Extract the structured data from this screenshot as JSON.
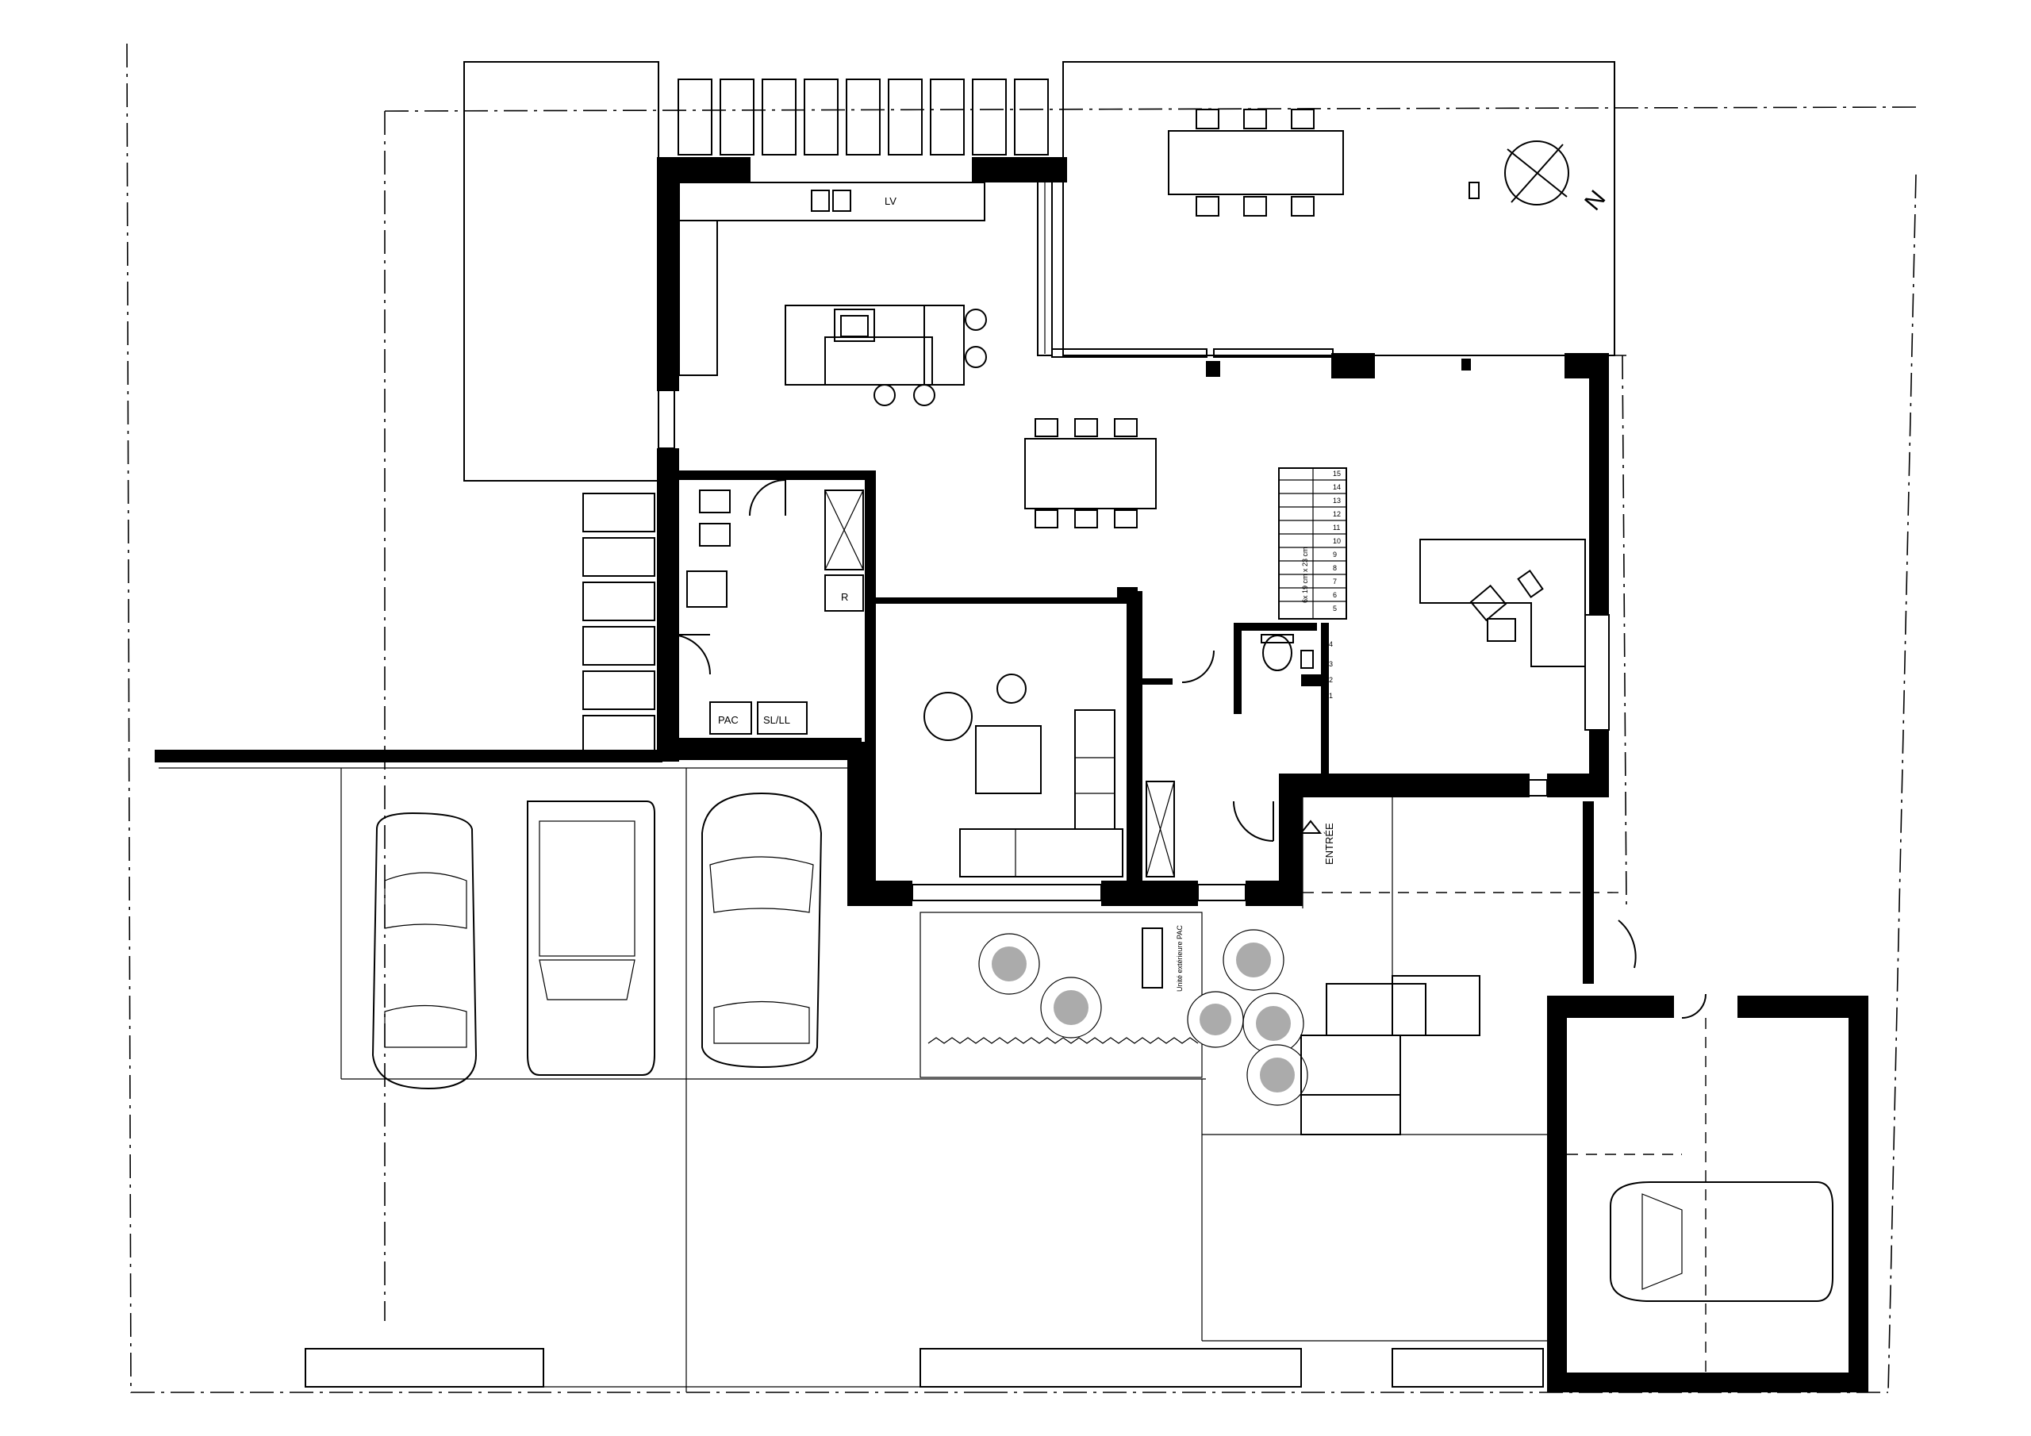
{
  "labels": {
    "sink": "LV",
    "heat_pump": "PAC",
    "laundry": "SL/LL",
    "fridge": "R",
    "entrance": "ENTRÉE",
    "stairs": "6x 19 cm x 23 cm",
    "outdoor_unit": "Unité extérieure PAC",
    "north": "N"
  },
  "stair_steps": [
    "1",
    "2",
    "3",
    "4",
    "5",
    "6",
    "7",
    "8",
    "9",
    "10",
    "11",
    "12",
    "13",
    "14",
    "15"
  ]
}
